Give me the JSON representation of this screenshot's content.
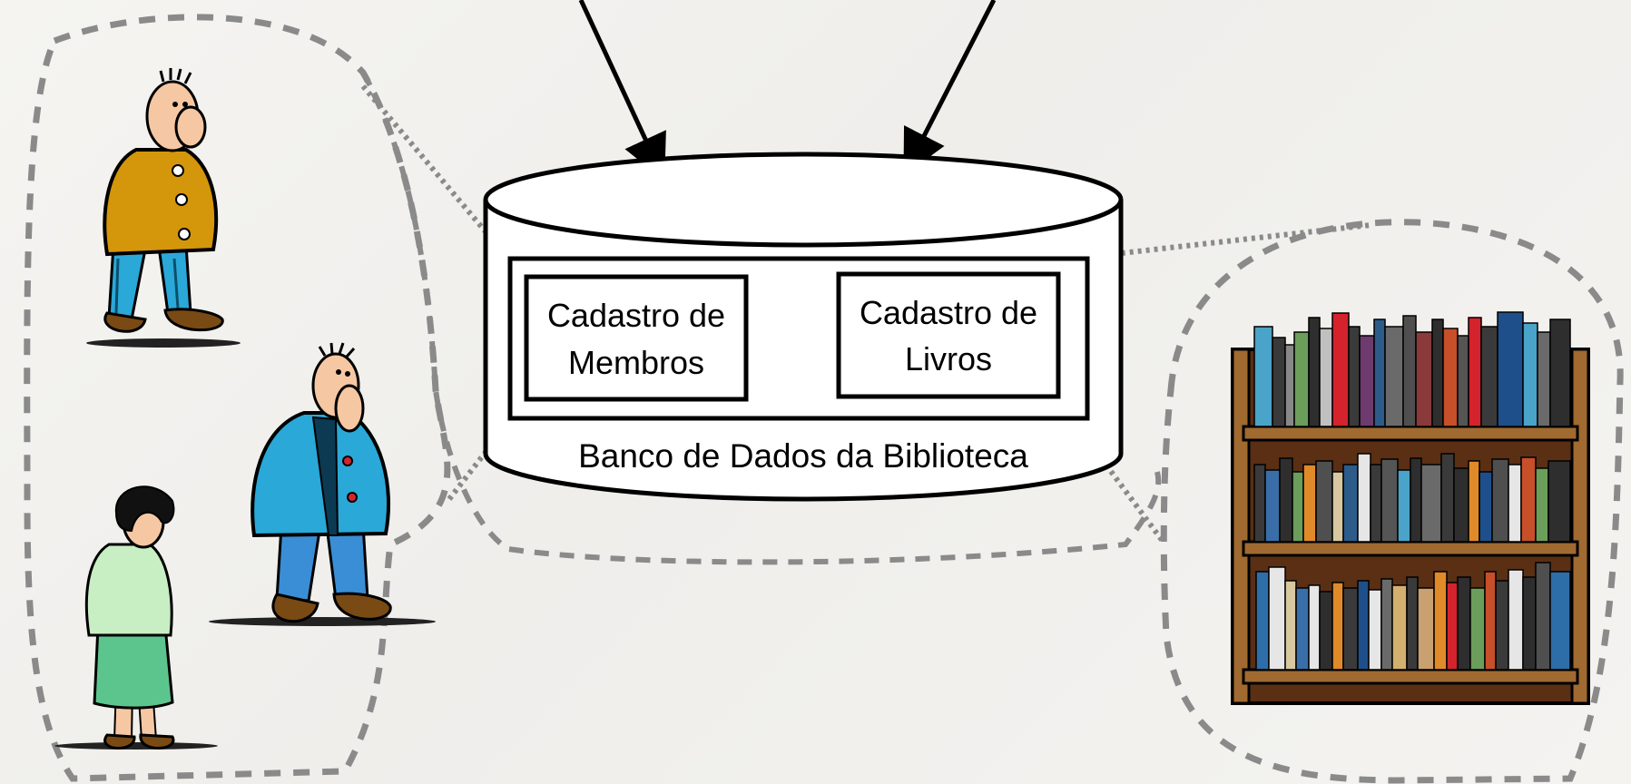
{
  "database": {
    "title": "Banco de Dados da Biblioteca",
    "tables": [
      {
        "line1": "Cadastro de",
        "line2": "Membros"
      },
      {
        "line1": "Cadastro de",
        "line2": "Livros"
      }
    ]
  },
  "icons": {
    "people": [
      "man-yellow-coat-icon",
      "man-blue-coat-icon",
      "woman-green-dress-icon"
    ],
    "books": "bookshelf-icon"
  },
  "colors": {
    "outline": "#000000",
    "dashed_region": "#8a8a8a",
    "yellow_coat": "#d4960a",
    "blue_coat": "#2aa8d8",
    "green_dress": "#8fd49a",
    "shelf_wood": "#8b5a2b"
  }
}
